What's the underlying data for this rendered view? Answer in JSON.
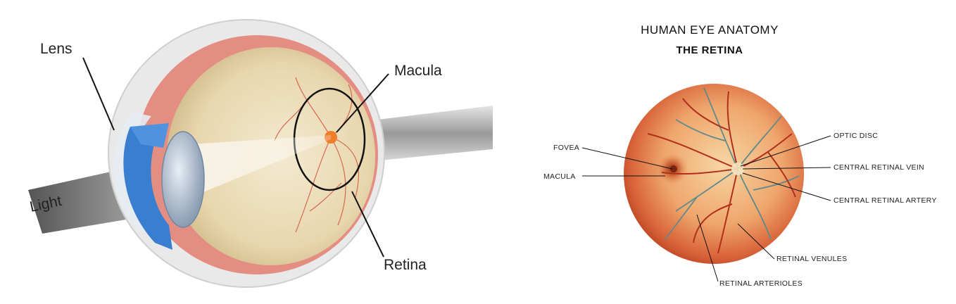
{
  "left_diagram": {
    "labels": {
      "lens": "Lens",
      "macula": "Macula",
      "retina": "Retina",
      "light": "Light"
    }
  },
  "right_diagram": {
    "title": "HUMAN EYE ANATOMY",
    "subtitle": "THE RETINA",
    "labels": {
      "fovea": "FOVEA",
      "macula": "MACULA",
      "optic_disc": "OPTIC DISC",
      "central_retinal_vein": "CENTRAL RETINAL VEIN",
      "central_retinal_artery": "CENTRAL RETINAL ARTERY",
      "retinal_venules": "RETINAL VENULES",
      "retinal_arterioles": "RETINAL ARTERIOLES"
    }
  },
  "colors": {
    "retina_outer": "#c9482a",
    "retina_inner": "#f2b27a",
    "vessel_artery": "#b0301c",
    "vessel_vein": "#5f8a8b",
    "lens_blue": "#3a7ed0"
  }
}
